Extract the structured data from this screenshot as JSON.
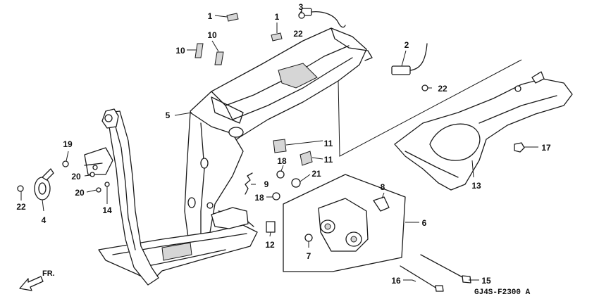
{
  "callouts": {
    "c1a": "1",
    "c1b": "1",
    "c2": "2",
    "c3": "3",
    "c4": "4",
    "c5": "5",
    "c6": "6",
    "c7": "7",
    "c8": "8",
    "c9": "9",
    "c10a": "10",
    "c10b": "10",
    "c11a": "11",
    "c11b": "11",
    "c12": "12",
    "c13": "13",
    "c14": "14",
    "c15": "15",
    "c16": "16",
    "c17": "17",
    "c18a": "18",
    "c18b": "18",
    "c19": "19",
    "c20a": "20",
    "c20b": "20",
    "c21": "21",
    "c22a": "22",
    "c22b": "22",
    "c22c": "22"
  },
  "direction_label": "FR.",
  "diagram_code": "GJ4S-F2300 A"
}
